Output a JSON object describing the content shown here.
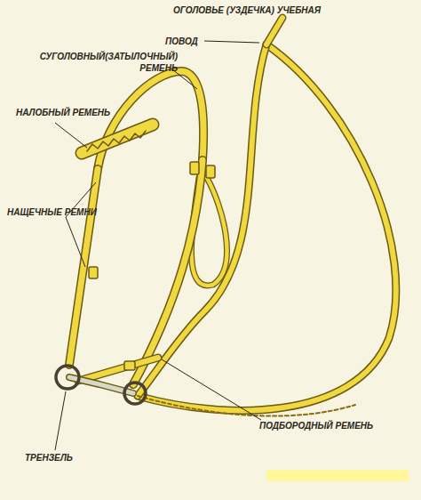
{
  "diagram": {
    "title": "ОГОЛОВЬЕ (УЗДЕЧКА) УЧЕБНАЯ",
    "labels": [
      "ПОВОД",
      "СУГОЛОВНЫЙ(ЗАТЫЛОЧНЫЙ) РЕМЕНЬ",
      "НАЛОБНЫЙ РЕМЕНЬ",
      "НАЩЕЧНЫЕ РЕМНИ",
      "ПОДБОРОДНЫЙ РЕМЕНЬ",
      "ТРЕНЗЕЛЬ"
    ]
  }
}
